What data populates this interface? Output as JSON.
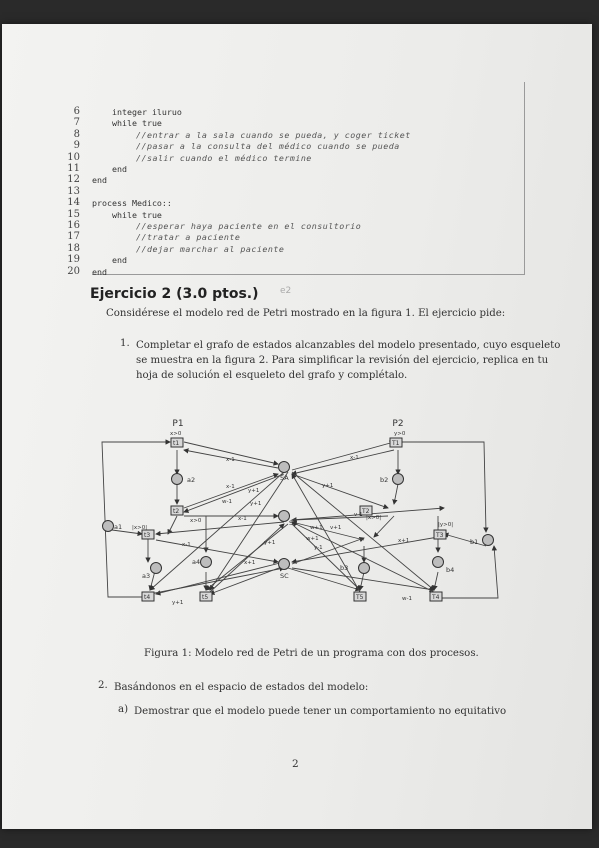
{
  "code": {
    "lines": [
      {
        "n": "6",
        "text": "    integer iluruo",
        "comment": false
      },
      {
        "n": "7",
        "text": "    while true",
        "comment": false
      },
      {
        "n": "8",
        "text": "        //entrar a la sala cuando se pueda, y coger ticket",
        "comment": true
      },
      {
        "n": "9",
        "text": "        //pasar a la consulta del médico cuando se pueda",
        "comment": true
      },
      {
        "n": "10",
        "text": "        //salir cuando el médico termine",
        "comment": true
      },
      {
        "n": "11",
        "text": "    end",
        "comment": false
      },
      {
        "n": "12",
        "text": "end",
        "comment": false
      },
      {
        "n": "13",
        "text": "",
        "comment": false
      },
      {
        "n": "14",
        "text": "process Medico::",
        "comment": false
      },
      {
        "n": "15",
        "text": "    while true",
        "comment": false
      },
      {
        "n": "16",
        "text": "        //esperar haya paciente en el consultorio",
        "comment": true
      },
      {
        "n": "17",
        "text": "        //tratar a paciente",
        "comment": true
      },
      {
        "n": "18",
        "text": "        //dejar marchar al paciente",
        "comment": true
      },
      {
        "n": "19",
        "text": "    end",
        "comment": false
      },
      {
        "n": "20",
        "text": "end",
        "comment": false
      }
    ]
  },
  "exercise": {
    "title": "Ejercicio 2 (3.0 ptos.)",
    "faint_mark": "e2",
    "intro": "Considérese el modelo red de Petri mostrado en la figura 1. El ejercicio pide:",
    "item1_num": "1.",
    "item1_lines": [
      "Completar el grafo de estados alcanzables del modelo presentado, cuyo esqueleto",
      "se muestra en la figura 2. Para simplificar la revisión del ejercicio, replica en tu",
      "hoja de solución el esqueleto del grafo y complétalo."
    ],
    "item2_num": "2.",
    "item2_text": "Basándonos en el espacio de estados del modelo:",
    "item2a_label": "a)",
    "item2a_text": "Demostrar que el modelo puede tener un comportamiento no equitativo"
  },
  "figure": {
    "caption": "Figura 1: Modelo red de Petri de un programa con dos procesos.",
    "process_labels": [
      "P1",
      "P2"
    ],
    "places": {
      "a1": "a1",
      "a2": "a2",
      "a3": "a3",
      "a4": "a4",
      "b1": "b1",
      "b2": "b2",
      "b3": "b3",
      "b4": "b4",
      "SA": "SA",
      "SB": "SB",
      "SC": "SC"
    },
    "transitions": {
      "t1": "t1",
      "t2": "t2",
      "t3": "t3",
      "t4": "t4",
      "t5": "t5",
      "T1": "T1",
      "T2": "T2",
      "T3": "T3",
      "T4": "T4",
      "T5": "T5"
    },
    "guards": {
      "g1": "x>0",
      "g2": "|x>0|",
      "g3": "x>0",
      "g4": "y>0",
      "g5": "|x>0|",
      "g6": "|y>0|"
    },
    "ops": {
      "o1": "x-1",
      "o2": "x-1",
      "o3": "w-1",
      "o4": "y+1",
      "o5": "y+1",
      "o6": "y+1",
      "o7": "x-1",
      "o8": "v-1",
      "o9": "x-1",
      "o10": "y+1",
      "o11": "w+1",
      "o12": "x-1",
      "o13": "v+1",
      "o14": "y+1",
      "o15": "w+1",
      "o16": "y-1",
      "o17": "x+1",
      "o18": "w-1",
      "o19": "x+1"
    }
  },
  "page_number": "2"
}
